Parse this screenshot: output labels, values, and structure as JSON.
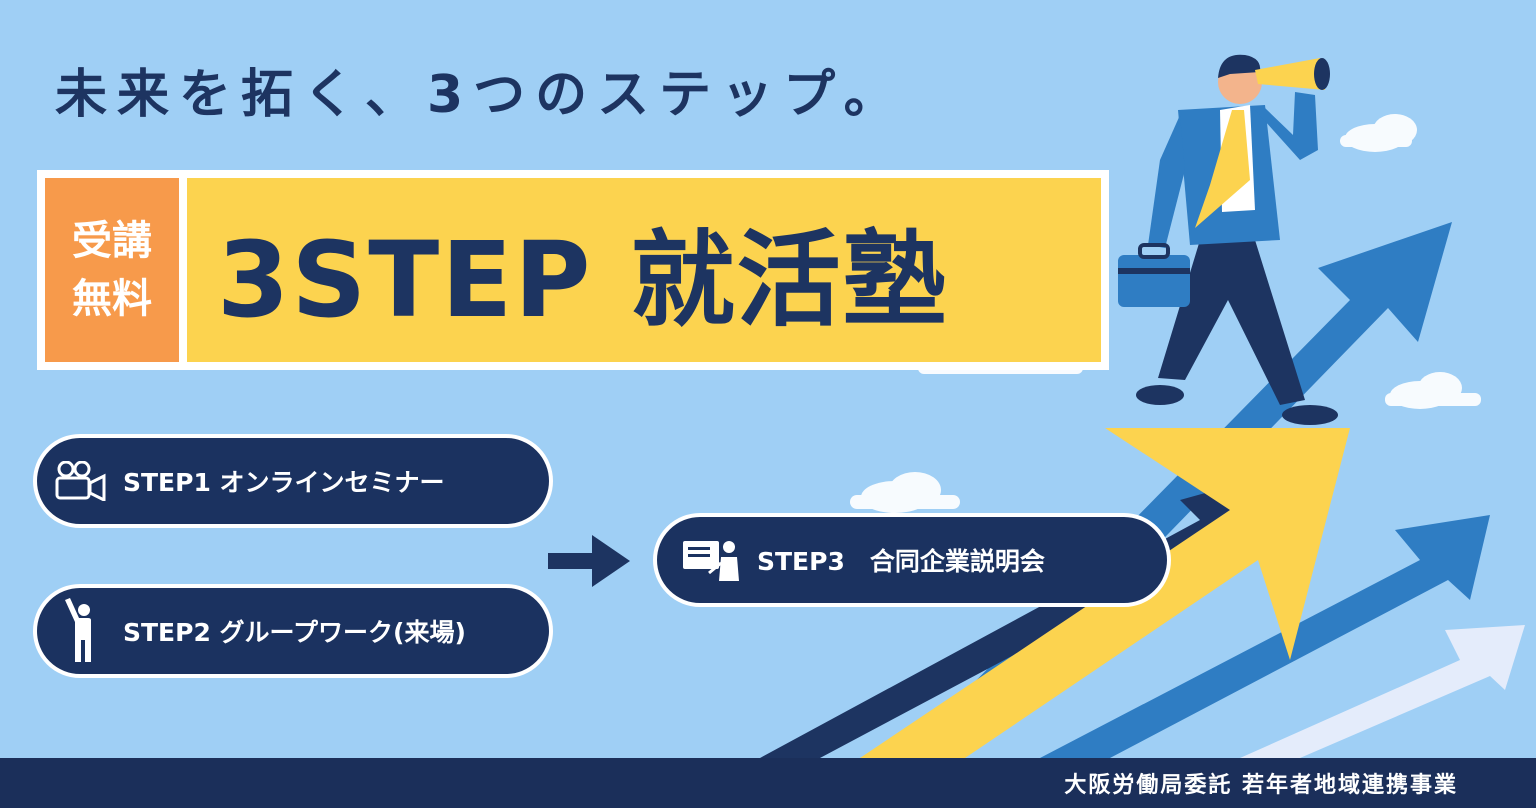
{
  "headline": "未来を拓く、3つのステップ。",
  "badge": {
    "line1": "受講",
    "line2": "無料"
  },
  "main_title": "3STEP 就活塾",
  "steps": [
    {
      "label": "STEP1 オンラインセミナー",
      "icon": "video-camera-icon"
    },
    {
      "label": "STEP2 グループワーク(来場)",
      "icon": "person-raising-hand-icon"
    },
    {
      "label": "STEP3　合同企業説明会",
      "icon": "presentation-board-icon"
    }
  ],
  "flow_arrow": "arrow-right-icon",
  "footer": "大阪労働局委託 若年者地域連携事業",
  "colors": {
    "background": "#9fcff5",
    "navy": "#1b2f5a",
    "yellow": "#fcd34f",
    "orange": "#f79a4b",
    "blue_arrow": "#2f7dc3",
    "pale_arrow": "#e4ecfb"
  },
  "illustration": "businessman-with-binoculars-on-arrow"
}
